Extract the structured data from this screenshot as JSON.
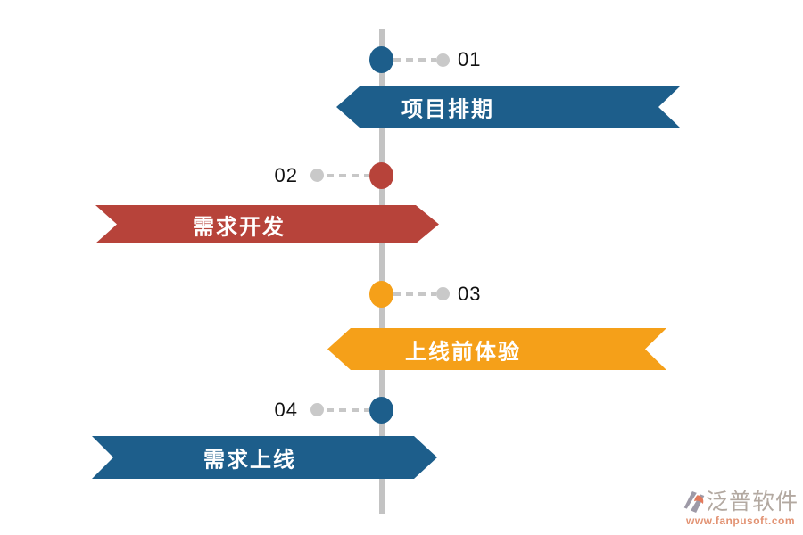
{
  "steps": [
    {
      "number": "01",
      "label": "项目排期",
      "color": "#1d5e8b",
      "side": "right"
    },
    {
      "number": "02",
      "label": "需求开发",
      "color": "#b7433a",
      "side": "left"
    },
    {
      "number": "03",
      "label": "上线前体验",
      "color": "#f5a019",
      "side": "right"
    },
    {
      "number": "04",
      "label": "需求上线",
      "color": "#1d5e8b",
      "side": "left"
    }
  ],
  "colors": {
    "axis": "#c3c3c3",
    "connector_dot": "#c9c9c9",
    "number_text": "#111111",
    "banner_text": "#ffffff"
  },
  "watermark": {
    "brand": "泛普软件",
    "url": "www.fanpusoft.com",
    "brand_color": "#b3a9a1",
    "url_color": "#e29272",
    "icon_gray": "#9e9aa7",
    "icon_orange": "#e2795b"
  }
}
